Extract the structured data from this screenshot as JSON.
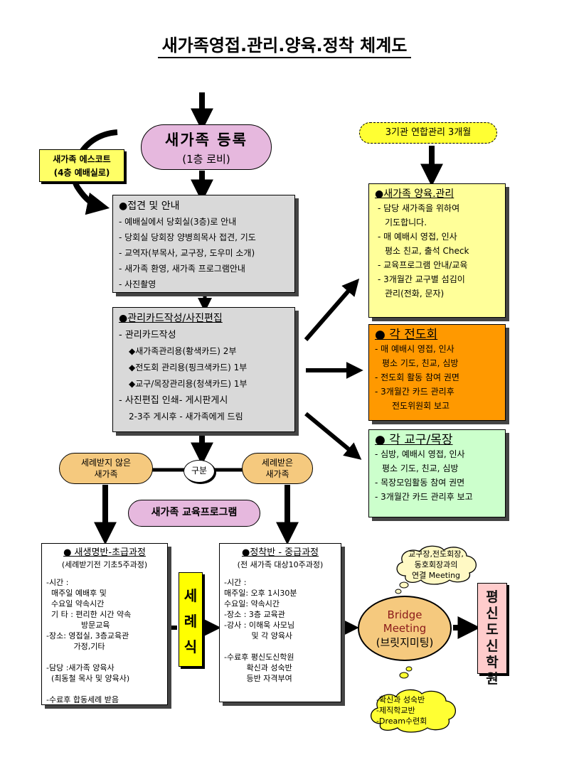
{
  "title": "새가족영접.관리.양육.정착 체계도",
  "register": {
    "line1": "새가족 등록",
    "line2": "(1층 로비)"
  },
  "escort": {
    "line1": "새가족 에스코트",
    "line2": "(4층 예배실로)"
  },
  "guide_box": {
    "heading": "●접견 및 안내",
    "items": [
      "- 예배실에서 당회실(3층)로 안내",
      "- 당회실 당회장 양병희목사 접견, 기도",
      "- 교역자(부목사, 교구장, 도우미 소개)",
      "- 새가족 환영, 새가족 프로그램안내",
      "- 사진촬영"
    ]
  },
  "card_box": {
    "heading": "●관리카드작성/사진편집",
    "line1": "- 관리카드작성",
    "sub1": "◆새가족관리용(황색카드) 2부",
    "sub2": "◆전도회 관리용(핑크색카드) 1부",
    "sub3": "◆교구/목장관리용(청색카드) 1부",
    "line2": "- 사진편집 인쇄- 게시판게시",
    "line3": "2-3주 게시후 - 새가족에게 드림"
  },
  "joint_pill": "3기관 연합관리 3개월",
  "nurture_box": {
    "heading": "●새가족 양육.관리",
    "items": [
      "- 담당 새가족을 위하여",
      "기도합니다.",
      "- 매 예배시 영접, 인사",
      "평소 친교, 출석 Check",
      "- 교육프로그램 안내/교육",
      "- 3개월간 교구별 섬김이",
      "관리(전화, 문자)"
    ]
  },
  "mission_box": {
    "heading": "● 각 전도회",
    "items": [
      "- 매 예배시 영접, 인사",
      "평소 기도, 친교, 심방",
      "- 전도회 활동 참여 권면",
      "- 3개월간 카드 관리후",
      "전도위원회 보고"
    ]
  },
  "parish_box": {
    "heading": "● 각 교구/목장",
    "items": [
      "- 심방, 예배시 영접, 인사",
      "평소 기도, 친교, 심방",
      "- 목장모임활동 참여 권면",
      "- 3개월간 카드 관리후 보고"
    ]
  },
  "unbaptized": {
    "line1": "세례받지 않은",
    "line2": "새가족"
  },
  "baptized": {
    "line1": "세례받은",
    "line2": "새가족"
  },
  "divide_label": "구분",
  "edu_program": "새가족 교육프로그램",
  "beginner": {
    "heading": "● 새생명반-초급과정",
    "subheading": "(세례받기전 기초5주과정)",
    "lines": [
      "-시간 :",
      "  매주일 예배후 및",
      "  수요일 약속시간",
      "  기 타 : 편리한 시간 약속",
      "              방문교육",
      "-장소: 영접실, 3층교육관",
      "           가정,기타",
      "",
      "-담당 :새가족 양육사",
      "  (최동철 목사 및 양육사)",
      "",
      "-수료후 합동세례 받음"
    ]
  },
  "intermediate": {
    "heading": "●정착반 - 중급과정",
    "subheading": "(전 새가족 대상10주과정)",
    "lines": [
      "-시간 :",
      "매주일: 오후 1시30분",
      "수요일: 약속시간",
      "-장소 : 3층 교육관",
      "-강사 : 이해욱 사모님",
      "           및 각 양육사",
      "",
      "-수료후 평신도신학원",
      "         확신과 성숙반",
      "         등반 자격부여"
    ]
  },
  "ceremony": [
    "세",
    "례",
    "식"
  ],
  "bridge": {
    "line1": "Bridge",
    "line2": "Meeting",
    "line3": "(브릿지미팅)"
  },
  "seminary": [
    "평",
    "신",
    "도",
    "신",
    "학",
    "원"
  ],
  "cloud_top": {
    "line1": "교구장,전도회장,",
    "line2": "동호회장과의",
    "line3": "연결 Meeting"
  },
  "cloud_bottom": {
    "line1": "-확신과 성숙반",
    "line2": "-제직학교반",
    "line3": "-Dream수련회"
  },
  "colors": {
    "register": "#e6b8de",
    "escort": "#ffff66",
    "gray_box": "#d9d9d9",
    "nurture": "#ffff99",
    "mission": "#ff9900",
    "parish": "#ccffcc",
    "ovals": "#f5c97e",
    "ceremony": "#ffff00",
    "seminary": "#ffcccc"
  }
}
